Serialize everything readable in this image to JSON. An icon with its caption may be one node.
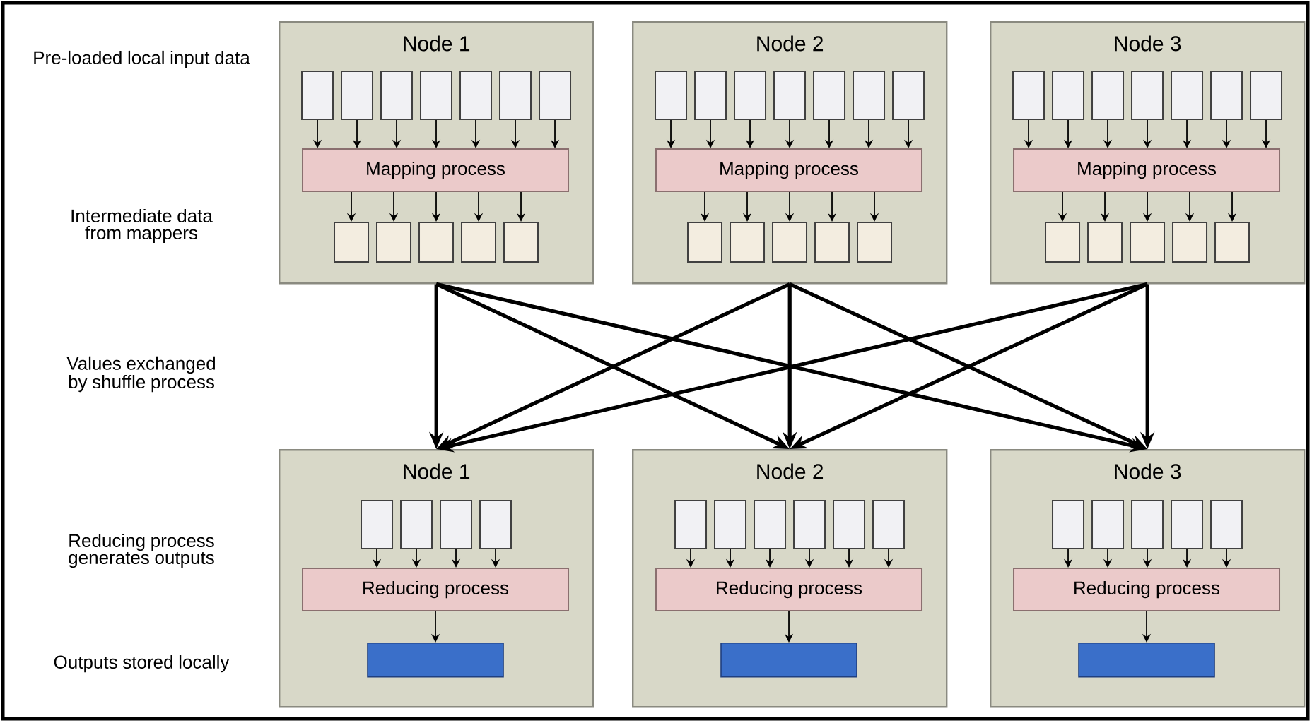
{
  "diagram": {
    "nodes": [
      {
        "text": [
          "Node 1"
        ]
      },
      {
        "text": [],
        "shape": "box",
        "in": 0
      },
      {
        "text": [],
        "shape": "box",
        "in": 0
      },
      {
        "text": [],
        "shape": "box",
        "in": 0
      },
      {
        "text": [],
        "shape": "box",
        "in": 0
      },
      {
        "text": [],
        "shape": "box",
        "in": 0
      },
      {
        "text": [],
        "shape": "box",
        "in": 0
      },
      {
        "text": [],
        "shape": "box",
        "in": 0
      },
      {
        "text": [
          "Mapping process"
        ],
        "in": 0
      },
      {
        "text": [],
        "shape": "box",
        "in": 0
      },
      {
        "text": [],
        "shape": "box",
        "in": 0
      },
      {
        "text": [],
        "shape": "box",
        "in": 0
      },
      {
        "text": [],
        "shape": "box",
        "in": 0
      },
      {
        "text": [],
        "shape": "box",
        "in": 0
      },
      {
        "text": [
          "Node 2"
        ]
      },
      {
        "text": [],
        "shape": "box",
        "in": 14
      },
      {
        "text": [],
        "shape": "box",
        "in": 14
      },
      {
        "text": [],
        "shape": "box",
        "in": 14
      },
      {
        "text": [],
        "shape": "box",
        "in": 14
      },
      {
        "text": [],
        "shape": "box",
        "in": 14
      },
      {
        "text": [],
        "shape": "box",
        "in": 14
      },
      {
        "text": [],
        "shape": "box",
        "in": 14
      },
      {
        "text": [
          "Mapping process"
        ],
        "in": 14
      },
      {
        "text": [],
        "shape": "box",
        "in": 14
      },
      {
        "text": [],
        "shape": "box",
        "in": 14
      },
      {
        "text": [],
        "shape": "box",
        "in": 14
      },
      {
        "text": [],
        "shape": "box",
        "in": 14
      },
      {
        "text": [],
        "shape": "box",
        "in": 14
      },
      {
        "text": [
          "Node 3"
        ]
      },
      {
        "text": [],
        "shape": "box",
        "in": 28
      },
      {
        "text": [],
        "shape": "box",
        "in": 28
      },
      {
        "text": [],
        "shape": "box",
        "in": 28
      },
      {
        "text": [],
        "shape": "box",
        "in": 28
      },
      {
        "text": [],
        "shape": "box",
        "in": 28
      },
      {
        "text": [],
        "shape": "box",
        "in": 28
      },
      {
        "text": [],
        "shape": "box",
        "in": 28
      },
      {
        "text": [
          "Mapping process"
        ],
        "in": 28
      },
      {
        "text": [],
        "shape": "box",
        "in": 28
      },
      {
        "text": [],
        "shape": "box",
        "in": 28
      },
      {
        "text": [],
        "shape": "box",
        "in": 28
      },
      {
        "text": [],
        "shape": "box",
        "in": 28
      },
      {
        "text": [],
        "shape": "box",
        "in": 28
      },
      {
        "text": [
          "Node 1"
        ]
      },
      {
        "text": [],
        "shape": "box",
        "in": 42
      },
      {
        "text": [],
        "shape": "box",
        "in": 42
      },
      {
        "text": [],
        "shape": "box",
        "in": 42
      },
      {
        "text": [],
        "shape": "box",
        "in": 42
      },
      {
        "text": [
          "Reducing process"
        ],
        "in": 42
      },
      {
        "text": [],
        "shape": "bar",
        "in": 42
      },
      {
        "text": [
          "Node 2"
        ]
      },
      {
        "text": [],
        "shape": "box",
        "in": 49
      },
      {
        "text": [],
        "shape": "box",
        "in": 49
      },
      {
        "text": [],
        "shape": "box",
        "in": 49
      },
      {
        "text": [],
        "shape": "box",
        "in": 49
      },
      {
        "text": [],
        "shape": "box",
        "in": 49
      },
      {
        "text": [],
        "shape": "box",
        "in": 49
      },
      {
        "text": [
          "Reducing process"
        ],
        "in": 49
      },
      {
        "text": [],
        "shape": "bar",
        "in": 49
      },
      {
        "text": [
          "Node 3"
        ]
      },
      {
        "text": [],
        "shape": "box",
        "in": 58
      },
      {
        "text": [],
        "shape": "box",
        "in": 58
      },
      {
        "text": [],
        "shape": "box",
        "in": 58
      },
      {
        "text": [],
        "shape": "box",
        "in": 58
      },
      {
        "text": [],
        "shape": "box",
        "in": 58
      },
      {
        "text": [
          "Reducing process"
        ],
        "in": 58
      },
      {
        "text": [],
        "shape": "bar",
        "in": 58
      }
    ],
    "edges": [
      {
        "from": 1,
        "to": 8,
        "arrow": "to"
      },
      {
        "from": 2,
        "to": 8,
        "arrow": "to"
      },
      {
        "from": 3,
        "to": 8,
        "arrow": "to"
      },
      {
        "from": 4,
        "to": 8,
        "arrow": "to"
      },
      {
        "from": 5,
        "to": 8,
        "arrow": "to"
      },
      {
        "from": 6,
        "to": 8,
        "arrow": "to"
      },
      {
        "from": 7,
        "to": 8,
        "arrow": "to"
      },
      {
        "from": 8,
        "to": 9,
        "arrow": "to"
      },
      {
        "from": 8,
        "to": 10,
        "arrow": "to"
      },
      {
        "from": 8,
        "to": 11,
        "arrow": "to"
      },
      {
        "from": 8,
        "to": 12,
        "arrow": "to"
      },
      {
        "from": 8,
        "to": 13,
        "arrow": "to"
      },
      {
        "from": 15,
        "to": 22,
        "arrow": "to"
      },
      {
        "from": 16,
        "to": 22,
        "arrow": "to"
      },
      {
        "from": 17,
        "to": 22,
        "arrow": "to"
      },
      {
        "from": 18,
        "to": 22,
        "arrow": "to"
      },
      {
        "from": 19,
        "to": 22,
        "arrow": "to"
      },
      {
        "from": 20,
        "to": 22,
        "arrow": "to"
      },
      {
        "from": 21,
        "to": 22,
        "arrow": "to"
      },
      {
        "from": 22,
        "to": 23,
        "arrow": "to"
      },
      {
        "from": 22,
        "to": 24,
        "arrow": "to"
      },
      {
        "from": 22,
        "to": 25,
        "arrow": "to"
      },
      {
        "from": 22,
        "to": 26,
        "arrow": "to"
      },
      {
        "from": 22,
        "to": 27,
        "arrow": "to"
      },
      {
        "from": 29,
        "to": 36,
        "arrow": "to"
      },
      {
        "from": 30,
        "to": 36,
        "arrow": "to"
      },
      {
        "from": 31,
        "to": 36,
        "arrow": "to"
      },
      {
        "from": 32,
        "to": 36,
        "arrow": "to"
      },
      {
        "from": 33,
        "to": 36,
        "arrow": "to"
      },
      {
        "from": 34,
        "to": 36,
        "arrow": "to"
      },
      {
        "from": 35,
        "to": 36,
        "arrow": "to"
      },
      {
        "from": 36,
        "to": 37,
        "arrow": "to"
      },
      {
        "from": 36,
        "to": 38,
        "arrow": "to"
      },
      {
        "from": 36,
        "to": 39,
        "arrow": "to"
      },
      {
        "from": 36,
        "to": 40,
        "arrow": "to"
      },
      {
        "from": 36,
        "to": 41,
        "arrow": "to"
      },
      {
        "from": 0,
        "to": 42,
        "arrow": "to",
        "style": "thick"
      },
      {
        "from": 0,
        "to": 49,
        "arrow": "to",
        "style": "thick"
      },
      {
        "from": 0,
        "to": 58,
        "arrow": "to",
        "style": "thick"
      },
      {
        "from": 14,
        "to": 42,
        "arrow": "to",
        "style": "thick"
      },
      {
        "from": 14,
        "to": 49,
        "arrow": "to",
        "style": "thick"
      },
      {
        "from": 14,
        "to": 58,
        "arrow": "to",
        "style": "thick"
      },
      {
        "from": 28,
        "to": 42,
        "arrow": "to",
        "style": "thick"
      },
      {
        "from": 28,
        "to": 49,
        "arrow": "to",
        "style": "thick"
      },
      {
        "from": 28,
        "to": 58,
        "arrow": "to",
        "style": "thick"
      },
      {
        "from": 43,
        "to": 47,
        "arrow": "to"
      },
      {
        "from": 44,
        "to": 47,
        "arrow": "to"
      },
      {
        "from": 45,
        "to": 47,
        "arrow": "to"
      },
      {
        "from": 46,
        "to": 47,
        "arrow": "to"
      },
      {
        "from": 47,
        "to": 48,
        "arrow": "to"
      },
      {
        "from": 50,
        "to": 56,
        "arrow": "to"
      },
      {
        "from": 51,
        "to": 56,
        "arrow": "to"
      },
      {
        "from": 52,
        "to": 56,
        "arrow": "to"
      },
      {
        "from": 53,
        "to": 56,
        "arrow": "to"
      },
      {
        "from": 54,
        "to": 56,
        "arrow": "to"
      },
      {
        "from": 55,
        "to": 56,
        "arrow": "to"
      },
      {
        "from": 56,
        "to": 57,
        "arrow": "to"
      },
      {
        "from": 59,
        "to": 64,
        "arrow": "to"
      },
      {
        "from": 60,
        "to": 64,
        "arrow": "to"
      },
      {
        "from": 61,
        "to": 64,
        "arrow": "to"
      },
      {
        "from": 62,
        "to": 64,
        "arrow": "to"
      },
      {
        "from": 63,
        "to": 64,
        "arrow": "to"
      },
      {
        "from": 64,
        "to": 65,
        "arrow": "to"
      }
    ],
    "labels": [
      "Pre-loaded local input data",
      "Intermediate data from mappers",
      "Values exchanged by shuffle process",
      "Reducing process generates outputs",
      "Outputs stored locally"
    ]
  }
}
